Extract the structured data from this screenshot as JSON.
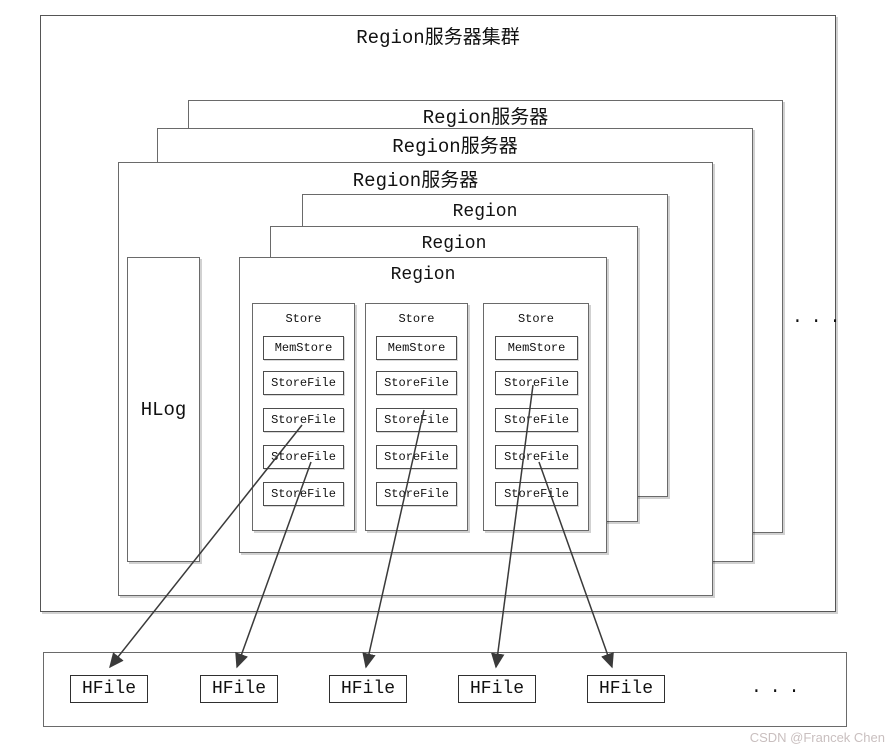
{
  "diagram": {
    "cluster": {
      "title": "Region服务器集群",
      "ellipsis": "···"
    },
    "region_servers": [
      {
        "title": "Region服务器"
      },
      {
        "title": "Region服务器"
      },
      {
        "title": "Region服务器"
      }
    ],
    "regions": [
      {
        "title": "Region"
      },
      {
        "title": "Region"
      },
      {
        "title": "Region"
      }
    ],
    "hlog": {
      "label": "HLog"
    },
    "stores": [
      {
        "label": "Store",
        "memstore": "MemStore",
        "storefiles": [
          "StoreFile",
          "StoreFile",
          "StoreFile",
          "StoreFile"
        ]
      },
      {
        "label": "Store",
        "memstore": "MemStore",
        "storefiles": [
          "StoreFile",
          "StoreFile",
          "StoreFile",
          "StoreFile"
        ]
      },
      {
        "label": "Store",
        "memstore": "MemStore",
        "storefiles": [
          "StoreFile",
          "StoreFile",
          "StoreFile",
          "StoreFile"
        ]
      }
    ],
    "hfile_row": {
      "files": [
        "HFile",
        "HFile",
        "HFile",
        "HFile",
        "HFile"
      ],
      "ellipsis": "···"
    },
    "connections": [
      {
        "from": "store-1-storefile-2",
        "to": "hfile-1"
      },
      {
        "from": "store-1-storefile-3",
        "to": "hfile-2"
      },
      {
        "from": "store-2-storefile-2",
        "to": "hfile-3"
      },
      {
        "from": "store-3-storefile-1",
        "to": "hfile-4"
      },
      {
        "from": "store-3-storefile-3",
        "to": "hfile-5"
      }
    ],
    "watermark": "CSDN @Francek Chen",
    "colors": {
      "box_border": "#6a6a6a",
      "inner_border": "#4d4d4d",
      "arrow": "#3a3a3a",
      "watermark_text": "#c9bfbf"
    }
  }
}
